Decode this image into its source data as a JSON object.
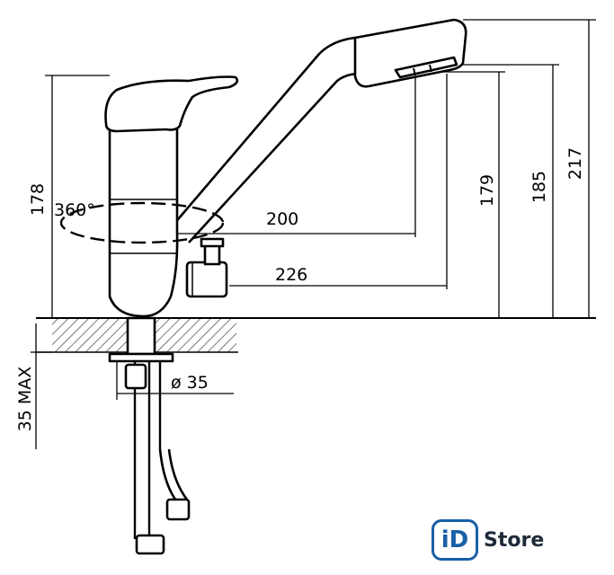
{
  "dimensions": {
    "height_178": "178",
    "rotation": "360°",
    "reach_200": "200",
    "reach_226": "226",
    "height_179": "179",
    "height_185": "185",
    "height_217": "217",
    "diameter": "ø 35",
    "max_thickness": "35 MAX"
  },
  "brand": {
    "badge": "iD",
    "name": "Store",
    "color": "#1a5fa8"
  }
}
